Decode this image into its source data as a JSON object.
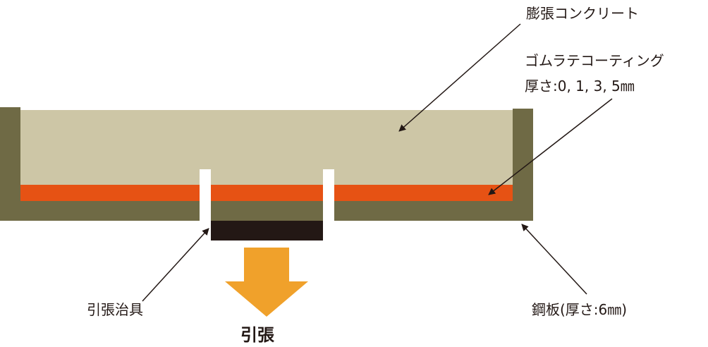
{
  "labels": {
    "concrete": "膨張コンクリート",
    "coating_line1": "ゴムラテコーティング",
    "coating_line2": "厚さ:0, 1, 3, 5㎜",
    "steel_plate": "鋼板(厚さ:6㎜)",
    "jig": "引張治具",
    "tension": "引張"
  },
  "colors": {
    "concrete": "#cdc6a6",
    "coating": "#e65214",
    "steel": "#6f6a45",
    "jig": "#231815",
    "arrow": "#f0a12b",
    "leader": "#231815"
  }
}
